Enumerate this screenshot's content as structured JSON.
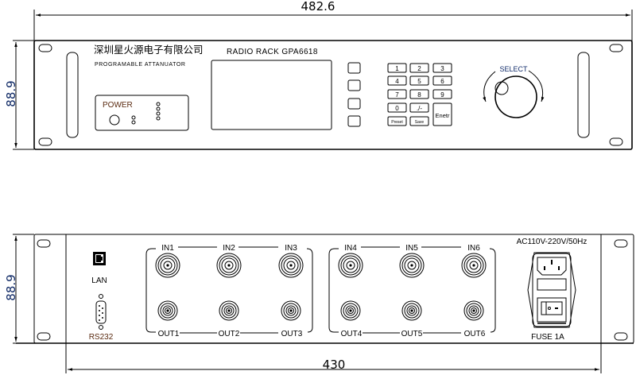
{
  "front_view": {
    "dimensions": {
      "width_label": "482.6",
      "height_label": "88.9"
    },
    "company_name": "深圳星火源电子有限公司",
    "subtitle": "PROGRAMABLE ATTANUATOR",
    "model": "RADIO RACK GPA6618",
    "power_panel": {
      "label": "POWER"
    },
    "keypad": {
      "keys": [
        "1",
        "2",
        "3",
        "4",
        "5",
        "6",
        "7",
        "8",
        "9",
        "0",
        "./-",
        "Preset"
      ],
      "save_key": "Save",
      "enter_key": "Enetr"
    },
    "knob": {
      "label": "SELECT"
    }
  },
  "rear_view": {
    "dimensions": {
      "width_label": "430",
      "height_label": "88.9"
    },
    "lan_label": "LAN",
    "serial_label": "RS232",
    "group_a": {
      "inputs": [
        "IN1",
        "IN2",
        "IN3"
      ],
      "outputs": [
        "OUT1",
        "OUT2",
        "OUT3"
      ]
    },
    "group_b": {
      "inputs": [
        "IN4",
        "IN5",
        "IN6"
      ],
      "outputs": [
        "OUT4",
        "OUT5",
        "OUT6"
      ]
    },
    "power_spec": "AC110V-220V/50Hz",
    "fuse_label": "FUSE 1A"
  }
}
